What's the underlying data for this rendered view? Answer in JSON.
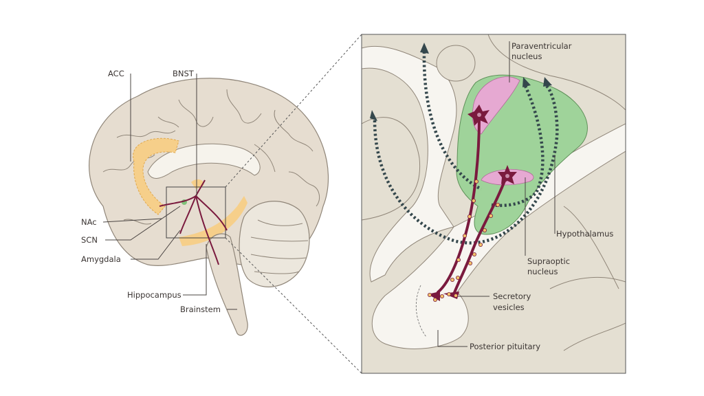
{
  "brain_labels": {
    "acc": "ACC",
    "bnst": "BNST",
    "nac": "NAc",
    "scn": "SCN",
    "amygdala": "Amygdala",
    "hippocampus": "Hippocampus",
    "brainstem": "Brainstem"
  },
  "inset_labels": {
    "paraventricular_line1": "Paraventricular",
    "paraventricular_line2": "nucleus",
    "hypothalamus": "Hypothalamus",
    "supraoptic_line1": "Supraoptic",
    "supraoptic_line2": "nucleus",
    "secretory_line1": "Secretory",
    "secretory_line2": "vesicles",
    "posterior_pituitary": "Posterior pituitary"
  },
  "colors": {
    "brain_tissue": "#e6ddd0",
    "background_tissue": "#e4dfd2",
    "hypothalamus": "#9fd39a",
    "nucleus": "#e6a9d2",
    "neuron": "#7a1a3e",
    "highlight_regions": "#f6cf8a",
    "vesicle": "#f2c46a",
    "dotted_arrows": "#34474c"
  }
}
